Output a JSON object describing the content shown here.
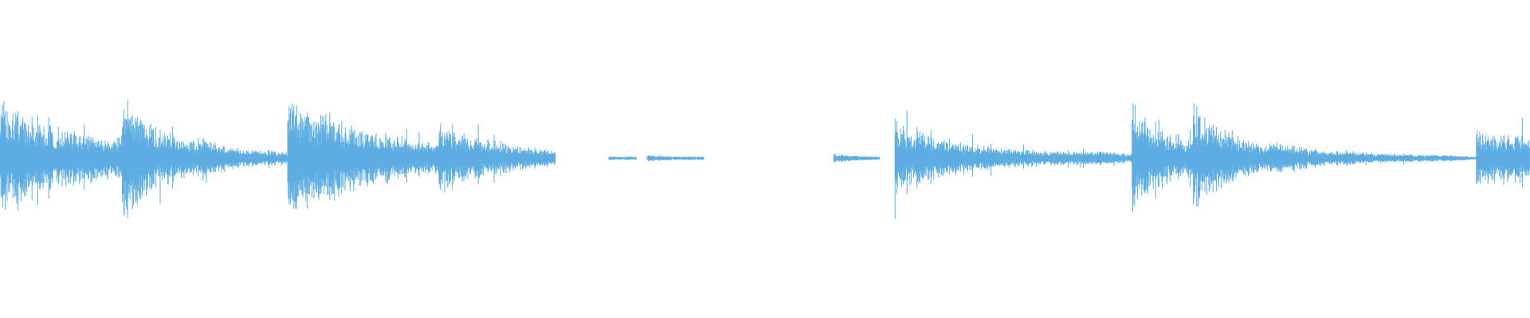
{
  "waveform": {
    "color": "#5dade2",
    "background": "#ffffff",
    "segments": [
      {
        "start": 0.0,
        "end": 0.08,
        "peak": 0.85,
        "decay": 0.45,
        "floor": 0.22
      },
      {
        "start": 0.08,
        "end": 0.128,
        "peak": 0.95,
        "decay": 0.55,
        "floor": 0.1
      },
      {
        "start": 0.128,
        "end": 0.188,
        "peak": 0.32,
        "decay": 0.55,
        "floor": 0.04
      },
      {
        "start": 0.188,
        "end": 0.287,
        "peak": 0.95,
        "decay": 0.6,
        "floor": 0.05
      },
      {
        "start": 0.287,
        "end": 0.363,
        "peak": 0.55,
        "decay": 0.55,
        "floor": 0.03
      },
      {
        "start": 0.398,
        "end": 0.416,
        "peak": 0.02,
        "decay": 0.1,
        "floor": 0.02
      },
      {
        "start": 0.423,
        "end": 0.46,
        "peak": 0.05,
        "decay": 0.2,
        "floor": 0.02
      },
      {
        "start": 0.545,
        "end": 0.575,
        "peak": 0.07,
        "decay": 0.5,
        "floor": 0.01
      },
      {
        "start": 0.585,
        "end": 0.72,
        "peak": 0.55,
        "decay": 0.3,
        "floor": 0.07
      },
      {
        "start": 0.718,
        "end": 0.74,
        "peak": 0.12,
        "decay": 0.3,
        "floor": 0.06
      },
      {
        "start": 0.74,
        "end": 0.78,
        "peak": 0.85,
        "decay": 0.35,
        "floor": 0.25
      },
      {
        "start": 0.78,
        "end": 0.83,
        "peak": 0.88,
        "decay": 0.45,
        "floor": 0.1
      },
      {
        "start": 0.83,
        "end": 0.945,
        "peak": 0.25,
        "decay": 0.35,
        "floor": 0.03
      },
      {
        "start": 0.945,
        "end": 0.965,
        "peak": 0.06,
        "decay": 0.3,
        "floor": 0.02
      },
      {
        "start": 0.965,
        "end": 1.0,
        "peak": 0.45,
        "decay": 0.1,
        "floor": 0.35
      }
    ]
  }
}
